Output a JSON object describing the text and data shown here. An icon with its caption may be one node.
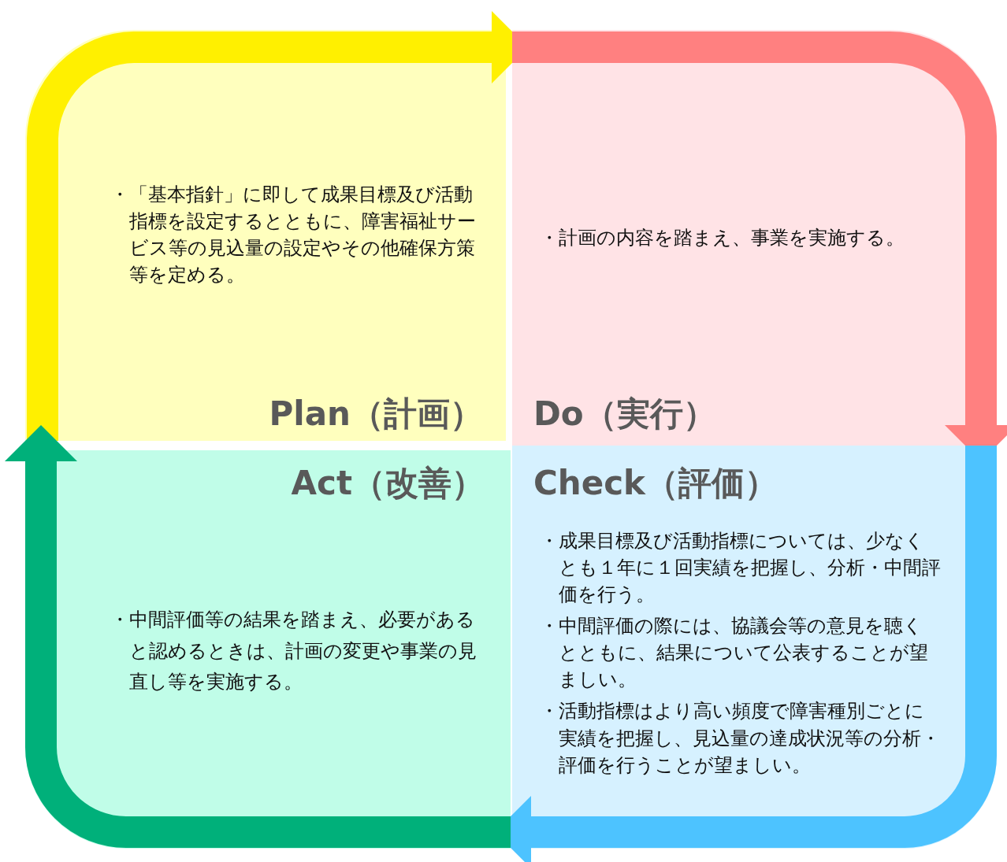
{
  "diagram": {
    "nodes": [
      {
        "text": [
          "・「基本指針」に即して成果目標及び活動指標を設定するとともに、障害福祉サービス等の見込量の設定やその他確保方策等を定める。",
          "Plan（計画）"
        ]
      },
      {
        "text": [
          "・計画の内容を踏まえ、事業を実施する。",
          "Do（実行）"
        ]
      },
      {
        "text": [
          "Act（改善）",
          "・中間評価等の結果を踏まえ、必要があると認めるときは、計画の変更や事業の見直し等を実施する。"
        ]
      },
      {
        "text": [
          "Check（評価）",
          "・成果目標及び活動指標については、少なくとも１年に１回実績を把握し、分析・中間評価を行う。",
          "・中間評価の際には、協議会等の意見を聴くとともに、結果について公表することが望ましい。",
          "・活動指標はより高い頻度で障害種別ごとに実績を把握し、見込量の達成状況等の分析・評価を行うことが望ましい。"
        ]
      }
    ],
    "edges": [
      {
        "from": 0,
        "to": 1,
        "arrow": "to",
        "color": "#fff000"
      },
      {
        "from": 1,
        "to": 3,
        "arrow": "to",
        "color": "#ff8080"
      },
      {
        "from": 3,
        "to": 2,
        "arrow": "to",
        "color": "#4dc3ff"
      },
      {
        "from": 2,
        "to": 0,
        "arrow": "to",
        "color": "#00b07a"
      }
    ]
  }
}
